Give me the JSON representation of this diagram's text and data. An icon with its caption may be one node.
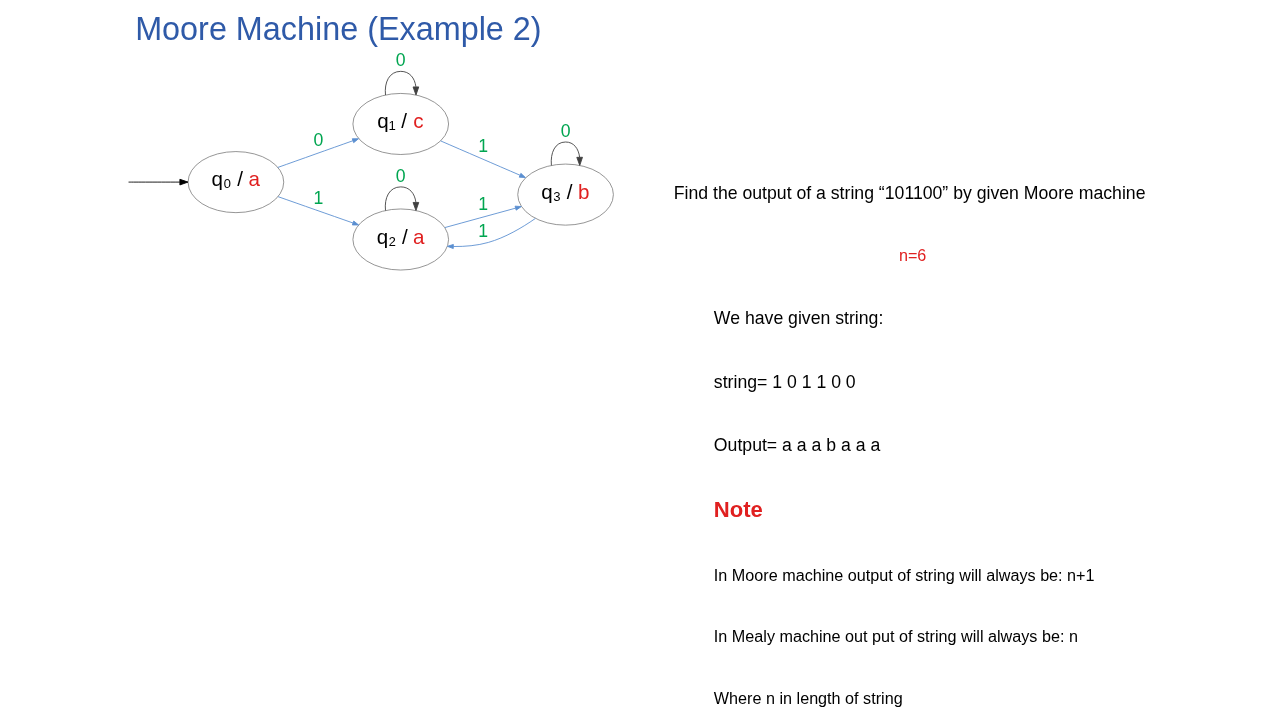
{
  "diagram": {
    "title": "Moore Machine (Example 2)",
    "nodes": [
      {
        "text": [
          "q₀ / a"
        ]
      },
      {
        "text": [
          "q₁ / c"
        ]
      },
      {
        "text": [
          "q₂ / a"
        ]
      },
      {
        "text": [
          "q₃ / b"
        ]
      }
    ],
    "edges": [
      {
        "from": null,
        "to": 0,
        "arrow": "to",
        "color": "#000000"
      },
      {
        "from": 0,
        "to": 1,
        "label": "0",
        "arrow": "to"
      },
      {
        "from": 0,
        "to": 2,
        "label": "1",
        "arrow": "to"
      },
      {
        "from": 1,
        "to": 1,
        "label": "0",
        "arrow": "to",
        "color": "#404040"
      },
      {
        "from": 1,
        "to": 3,
        "label": "1",
        "arrow": "to"
      },
      {
        "from": 2,
        "to": 3,
        "label": "1",
        "arrow": "to"
      },
      {
        "from": 3,
        "to": 2,
        "label": "1",
        "arrow": "to"
      },
      {
        "from": 3,
        "to": 3,
        "label": "0",
        "arrow": "to",
        "color": "#404040"
      },
      {
        "from": 2,
        "to": 2,
        "label": "0",
        "arrow": "to",
        "color": "#404040"
      }
    ],
    "labels": [
      "Find the output of a string “101100” by given Moore machine",
      "n=6",
      "We have given string:",
      "string= 1 0 1 1 0 0",
      "Output= a a a b a a a",
      "Note",
      "In Moore machine output of string will always be: n+1",
      "In Mealy machine out put of string will always be: n",
      "Where n in length of string"
    ]
  }
}
